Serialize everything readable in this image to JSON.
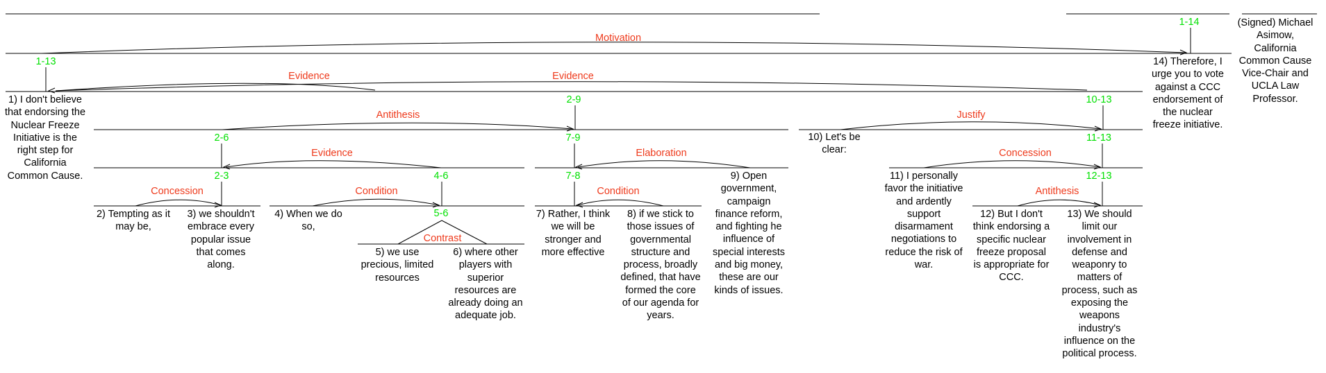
{
  "segments": {
    "s1": "1) I don't believe that endorsing the Nuclear Freeze Initiative is the right step for California Common Cause.",
    "s2": "2) Tempting as it may be,",
    "s3": "3) we shouldn't embrace every popular issue that comes along.",
    "s4": "4) When we do so,",
    "s5": "5) we use precious, limited resources",
    "s6": "6) where other players with superior resources are already doing an adequate job.",
    "s7": "7) Rather, I think we will be stronger and more effective",
    "s8": "8) if we stick to those issues of governmental structure and process, broadly defined, that have formed the core of our agenda for years.",
    "s9": "9) Open government, campaign finance reform, and fighting he influence of special interests and big money, these are our kinds of issues.",
    "s10": "10) Let's be clear:",
    "s11": "11) I personally favor the initiative and ardently support disarmament negotiations to reduce the risk of war.",
    "s12": "12) But I don't think endorsing a specific nuclear freeze proposal is appropriate for CCC.",
    "s13": "13) We should limit our involvement in defense and weaponry to matters of process, such as exposing the weapons industry's influence on the political process.",
    "s14": "14) Therefore, I urge you to vote against a CCC endorsement of the nuclear freeze initiative.",
    "signed": "(Signed) Michael Asimow, California Common Cause Vice-Chair and UCLA Law Professor."
  },
  "spans": {
    "sp_1_14": "1-14",
    "sp_1_13": "1-13",
    "sp_2_9": "2-9",
    "sp_10_13": "10-13",
    "sp_2_6": "2-6",
    "sp_7_9": "7-9",
    "sp_11_13": "11-13",
    "sp_2_3": "2-3",
    "sp_4_6": "4-6",
    "sp_7_8": "7-8",
    "sp_12_13": "12-13",
    "sp_5_6": "5-6"
  },
  "relations": {
    "motivation": "Motivation",
    "evidence_a": "Evidence",
    "evidence_b": "Evidence",
    "antithesis_a": "Antithesis",
    "justify": "Justify",
    "evidence_c": "Evidence",
    "elaboration": "Elaboration",
    "concession_a": "Concession",
    "concession_b": "Concession",
    "condition_a": "Condition",
    "condition_b": "Condition",
    "antithesis_b": "Antithesis",
    "contrast": "Contrast"
  },
  "colors": {
    "span_label": "#00e000",
    "relation_label": "#ee3a1c",
    "lines": "#000000"
  }
}
